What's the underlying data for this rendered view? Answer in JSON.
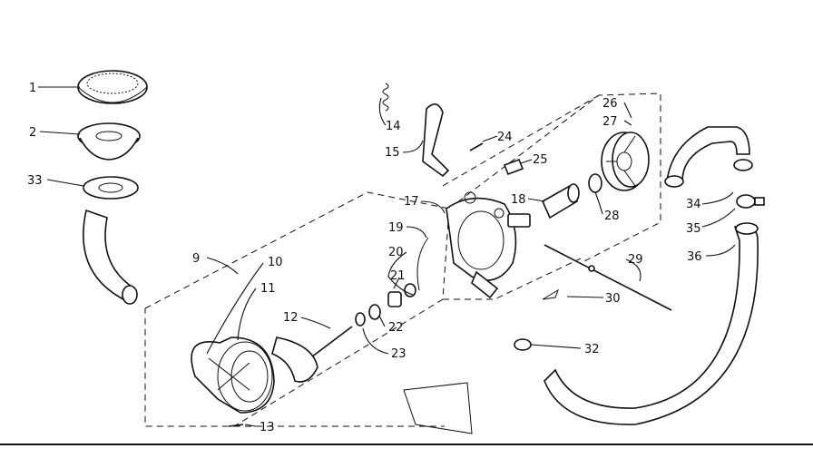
{
  "callouts": {
    "p1": "1",
    "p2": "2",
    "p33": "33",
    "p9": "9",
    "p10": "10",
    "p11": "11",
    "p12": "12",
    "p13": "13",
    "p14": "14",
    "p15": "15",
    "p17": "17",
    "p18": "18",
    "p19": "19",
    "p20": "20",
    "p21": "21",
    "p22": "22",
    "p23": "23",
    "p24": "24",
    "p25": "25",
    "p26": "26",
    "p27": "27",
    "p28": "28",
    "p29": "29",
    "p30": "30",
    "p32": "32",
    "p34": "34",
    "p35": "35",
    "p36": "36"
  }
}
